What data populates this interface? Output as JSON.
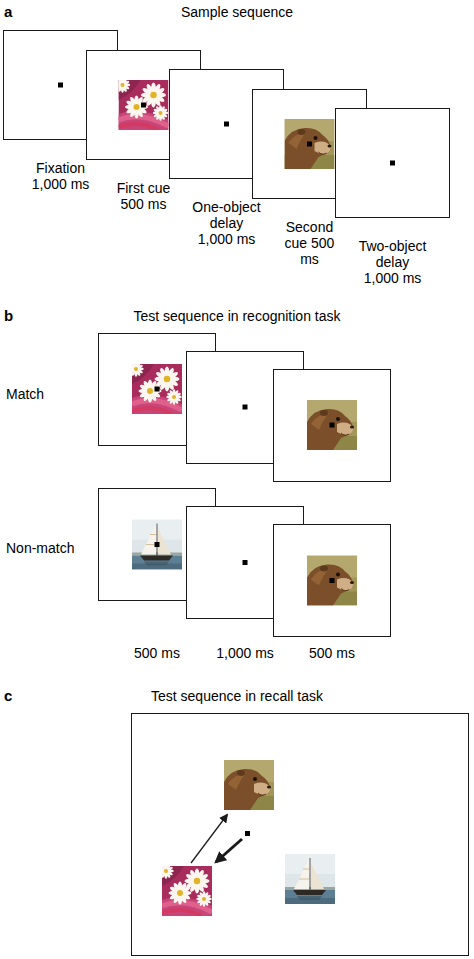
{
  "diagram": {
    "nodes": [
      {
        "text": [
          "Fixation 1,000 ms"
        ]
      },
      {
        "text": [
          "First cue 500 ms"
        ]
      },
      {
        "text": [
          "One-object delay 1,000 ms"
        ]
      },
      {
        "text": [
          "Second cue 500 ms"
        ]
      },
      {
        "text": [
          "Two-object delay 1,000 ms"
        ]
      },
      {
        "text": [
          "500 ms"
        ]
      },
      {
        "text": [
          "1,000 ms"
        ]
      },
      {
        "text": [
          "500 ms"
        ]
      }
    ],
    "labels": [
      "a",
      "Sample sequence",
      "b",
      "Test sequence in recognition task",
      "Match",
      "Non-match",
      "c",
      "Test sequence in recall task"
    ]
  }
}
